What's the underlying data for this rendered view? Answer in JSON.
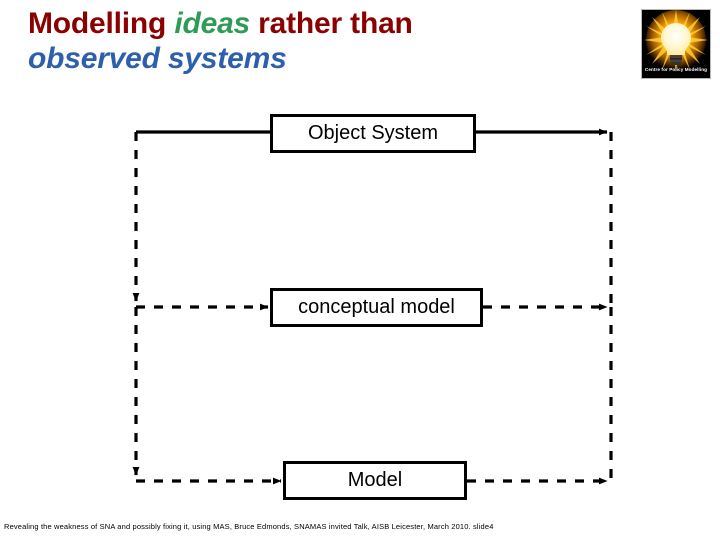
{
  "slide": {
    "title": {
      "line1_part1": "Modelling ",
      "line1_emphasis": "ideas",
      "line1_part2": " rather than",
      "line2": "observed systems",
      "color_primary": "#8B0000",
      "color_emphasis": "#2E9B57",
      "color_secondary": "#2E5FAC"
    },
    "logo": {
      "caption": "Centre for Policy Modelling",
      "icon": "lightbulb-icon"
    },
    "footer": "Revealing the weakness of SNA and possibly fixing it, using MAS, Bruce Edmonds, SNAMAS invited Talk, AISB Leicester, March 2010. slide4"
  },
  "diagram": {
    "type": "flow",
    "nodes": [
      {
        "id": "object-system",
        "label": "Object System"
      },
      {
        "id": "conceptual-model",
        "label": "conceptual model"
      },
      {
        "id": "model",
        "label": "Model"
      }
    ],
    "edges": [
      {
        "id": "object-system-out-right",
        "from": "object-system",
        "style": "solid",
        "direction": "right",
        "arrow": true
      },
      {
        "id": "right-rail-down-upper",
        "from": "object-system",
        "to": "conceptual-model",
        "style": "dashed",
        "direction": "down",
        "arrow": true
      },
      {
        "id": "conceptual-out-right",
        "from": "conceptual-model",
        "style": "dashed",
        "direction": "right",
        "arrow": true
      },
      {
        "id": "right-rail-down-lower",
        "from": "conceptual-model",
        "to": "model",
        "style": "dashed",
        "direction": "down",
        "arrow": true
      },
      {
        "id": "model-out-right",
        "from": "model",
        "style": "dashed",
        "direction": "right",
        "arrow": true
      },
      {
        "id": "object-system-in-left",
        "to": "object-system",
        "style": "solid",
        "direction": "right",
        "arrow": true
      },
      {
        "id": "left-rail-down-upper",
        "to": "conceptual-model",
        "style": "dashed",
        "direction": "down",
        "arrow": true
      },
      {
        "id": "conceptual-in-left",
        "to": "conceptual-model",
        "style": "dashed",
        "direction": "right",
        "arrow": true
      },
      {
        "id": "left-rail-down-lower",
        "to": "model",
        "style": "dashed",
        "direction": "down",
        "arrow": true
      },
      {
        "id": "model-in-left",
        "to": "model",
        "style": "dashed",
        "direction": "right",
        "arrow": true
      }
    ],
    "line_color": "#000000"
  }
}
